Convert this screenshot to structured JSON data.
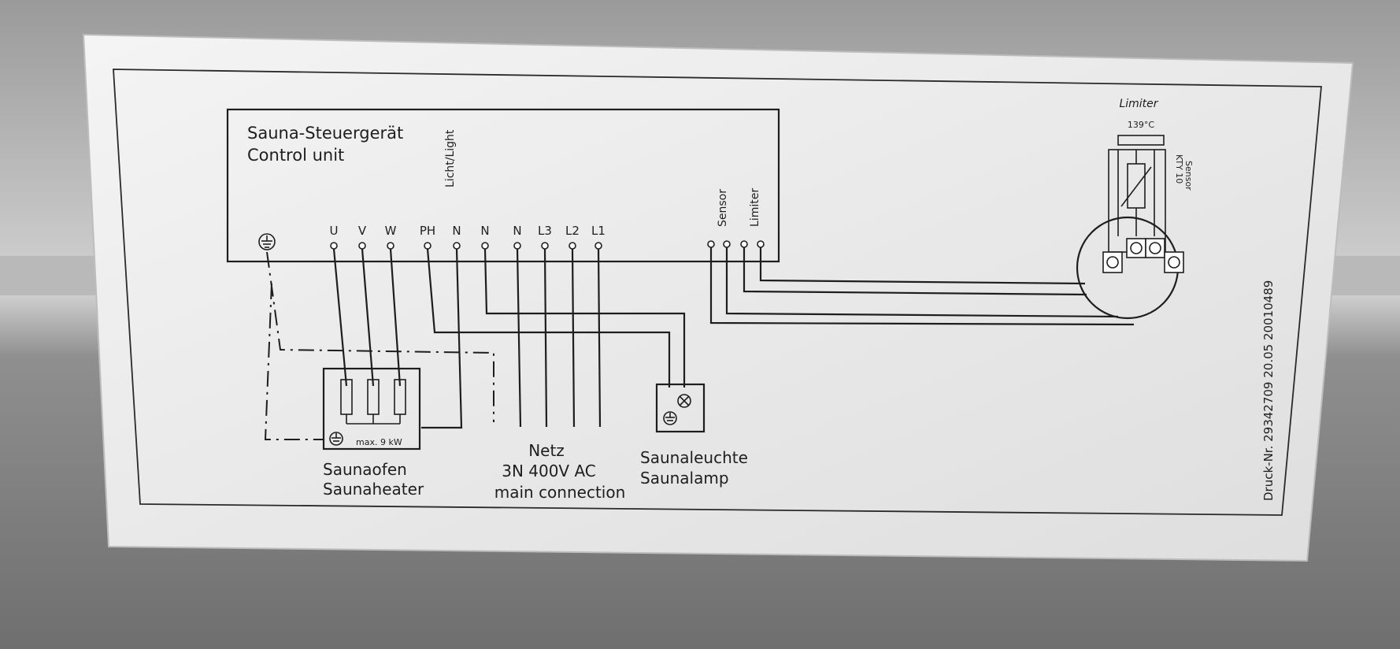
{
  "control_unit": {
    "title_de": "Sauna-Steuergerät",
    "title_en": "Control unit",
    "light_label": "Licht/Light",
    "sensor_label": "Sensor",
    "limiter_label": "Limiter",
    "terminals": [
      "U",
      "V",
      "W",
      "PH",
      "N",
      "N",
      "N",
      "L3",
      "L2",
      "L1"
    ]
  },
  "heater": {
    "label_de": "Saunaofen",
    "label_en": "Saunaheater",
    "rating": "max. 9 kW"
  },
  "mains": {
    "label_de": "Netz",
    "spec": "3N 400V AC",
    "label_en": "main connection"
  },
  "lamp": {
    "label_de": "Saunaleuchte",
    "label_en": "Saunalamp"
  },
  "sensor_unit": {
    "limiter_title": "Limiter",
    "limiter_temp": "139°C",
    "sensor_type": "KTY 10",
    "sensor_label": "Sensor"
  },
  "print_info": "Druck-Nr. 29342709   20.05   20010489"
}
